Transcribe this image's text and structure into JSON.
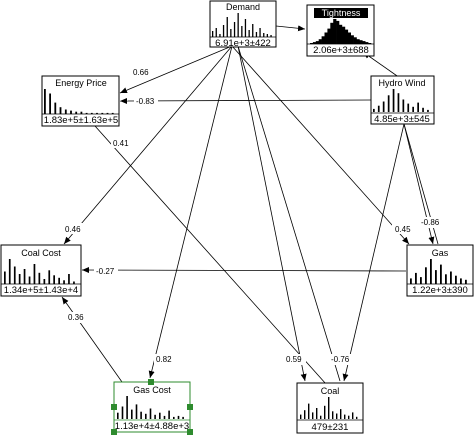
{
  "nodes": {
    "demand": {
      "title": "Demand",
      "stat": "6.91e+3±422"
    },
    "tightness": {
      "title": "Tightness",
      "stat": "2.06e+3±688",
      "title_highlighted": true
    },
    "energy_price": {
      "title": "Energy  Price",
      "stat": "1.83e+5±1.63e+5"
    },
    "hydro_wind": {
      "title": "Hydro  Wind",
      "stat": "4.85e+3±545"
    },
    "coal_cost": {
      "title": "Coal  Cost",
      "stat": "1.34e+5±1.43e+4"
    },
    "gas": {
      "title": "Gas",
      "stat": "1.22e+3±390"
    },
    "gas_cost": {
      "title": "Gas  Cost",
      "stat": "1.13e+4±4.88e+3",
      "selected": true,
      "border_color": "#2e8b2e"
    },
    "coal": {
      "title": "Coal",
      "stat": "479±231"
    }
  },
  "edge_labels": {
    "demand_energy_price": "0.66",
    "hydro_wind_energy_price": "-0.83",
    "energy_price_coal": "0.41",
    "demand_coal_cost": "0.46",
    "gas_coal_cost": "-0.27",
    "demand_gas": "0.45",
    "hydro_wind_gas": "-0.86",
    "gas_cost_coal_cost": "0.36",
    "demand_gas_cost": "0.82",
    "demand_coal": "0.59",
    "hydro_wind_coal": "-0.76"
  },
  "colors": {
    "selection_handle": "#2e8b2e",
    "title_highlight_bg": "#000000"
  }
}
